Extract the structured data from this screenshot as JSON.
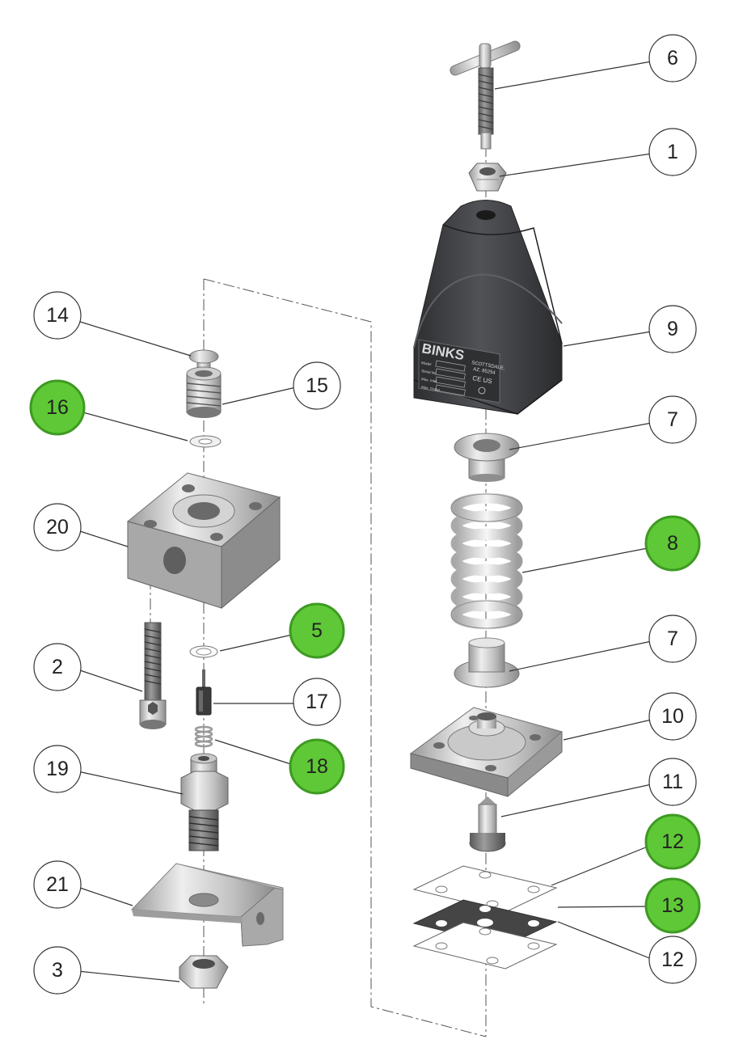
{
  "colors": {
    "highlight": "#5fc836",
    "highlight_stroke": "#3e9a22",
    "metal_light": "#d9d9d9",
    "metal_mid": "#b5b5b5",
    "metal_dark": "#8a8a8a",
    "housing": "#3f4043",
    "housing_dark": "#2c2d2f",
    "gasket_dark": "#454545",
    "leader": "#333333"
  },
  "callouts": [
    {
      "label": "6",
      "highlighted": false
    },
    {
      "label": "1",
      "highlighted": false
    },
    {
      "label": "9",
      "highlighted": false
    },
    {
      "label": "7",
      "highlighted": false
    },
    {
      "label": "8",
      "highlighted": true
    },
    {
      "label": "7",
      "highlighted": false
    },
    {
      "label": "10",
      "highlighted": false
    },
    {
      "label": "11",
      "highlighted": false
    },
    {
      "label": "12",
      "highlighted": true
    },
    {
      "label": "13",
      "highlighted": true
    },
    {
      "label": "12",
      "highlighted": false
    },
    {
      "label": "14",
      "highlighted": false
    },
    {
      "label": "15",
      "highlighted": false
    },
    {
      "label": "16",
      "highlighted": true
    },
    {
      "label": "20",
      "highlighted": false
    },
    {
      "label": "5",
      "highlighted": true
    },
    {
      "label": "2",
      "highlighted": false
    },
    {
      "label": "17",
      "highlighted": false
    },
    {
      "label": "18",
      "highlighted": true
    },
    {
      "label": "19",
      "highlighted": false
    },
    {
      "label": "21",
      "highlighted": false
    },
    {
      "label": "3",
      "highlighted": false
    }
  ],
  "nameplate": {
    "brand": "BINKS",
    "city": "SCOTTSDALE,",
    "state": "AZ. 85254",
    "fields": [
      "Model",
      "Serial No.",
      "Max. Inlet",
      "Max. Outlet"
    ],
    "marks": "CE US"
  }
}
